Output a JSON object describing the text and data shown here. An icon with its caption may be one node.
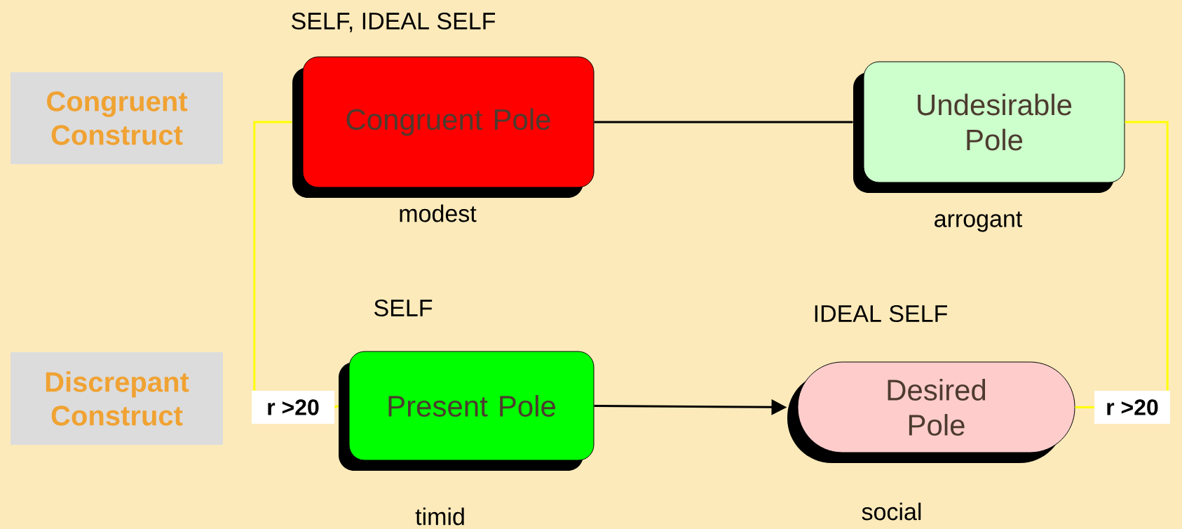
{
  "diagram": {
    "nodes": [
      {
        "text": [
          "Congruent Construct"
        ]
      },
      {
        "text": [
          "Discrepant Construct"
        ]
      },
      {
        "text": [
          "Congruent Pole"
        ],
        "beside": [
          "SELF, IDEAL SELF",
          "modest"
        ]
      },
      {
        "text": [
          "Undesirable Pole"
        ],
        "beside": [
          "arrogant"
        ]
      },
      {
        "text": [
          "Present Pole"
        ],
        "beside": [
          "SELF",
          "timid"
        ]
      },
      {
        "text": [
          "Desired Pole"
        ],
        "beside": [
          "IDEAL SELF",
          "social"
        ]
      },
      {
        "text": [
          "r >20"
        ]
      },
      {
        "text": [
          "r >20"
        ]
      }
    ],
    "edges": [
      {
        "from": 2,
        "to": 3,
        "arrow": "none",
        "color": "#000000"
      },
      {
        "from": 4,
        "to": 5,
        "arrow": "to",
        "color": "#000000"
      },
      {
        "from": 2,
        "to": 6,
        "arrow": "none",
        "color": "#ffff00"
      },
      {
        "from": 6,
        "to": 4,
        "arrow": "none",
        "color": "#ffff00"
      },
      {
        "from": 3,
        "to": 7,
        "arrow": "none",
        "color": "#ffff00"
      },
      {
        "from": 5,
        "to": 7,
        "arrow": "none",
        "color": "#ffff00"
      }
    ]
  }
}
